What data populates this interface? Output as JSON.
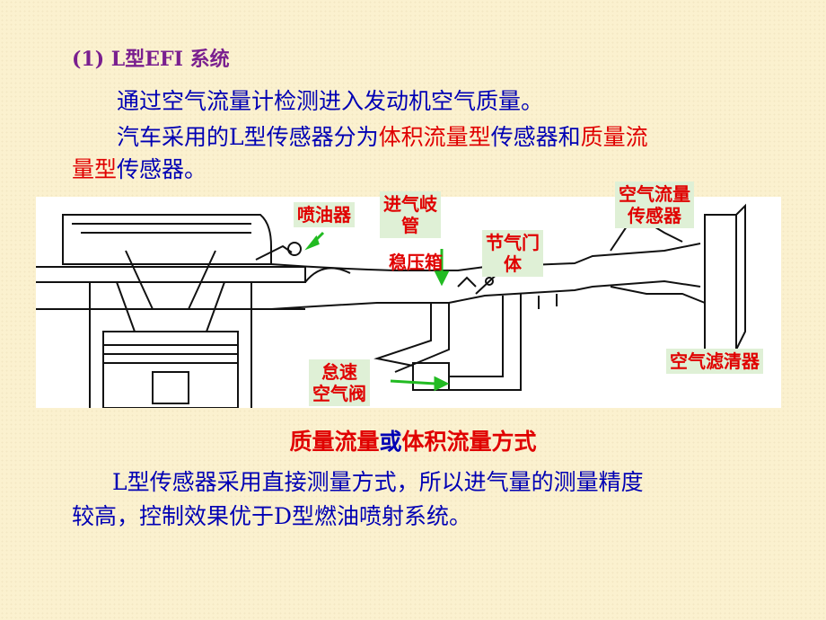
{
  "title": "(1)  L型EFI 系统",
  "para1": {
    "line1": "通过空气流量计检测进入发动机空气质量。",
    "line2_a": "汽车采用的L型传感器分为",
    "line2_b": "体积流量型",
    "line2_c": "传感器和",
    "line2_d": "质量流",
    "line3_a": "量型",
    "line3_b": "传感器。"
  },
  "diagram": {
    "labels": {
      "injector": "喷油器",
      "intake_manifold": "进气岐\n管",
      "surge_tank": "稳压箱",
      "throttle_body": "节气门\n体",
      "air_flow_sensor": "空气流量\n传感器",
      "air_filter": "空气滤清器",
      "idle_valve": "怠速\n空气阀"
    },
    "colors": {
      "label_bg": "#dff0d6",
      "label_text": "#e00000",
      "arrow": "#22bb22"
    }
  },
  "caption": {
    "a": "质量流量",
    "b": "或",
    "c": "体积流量方式"
  },
  "para2": {
    "line1": "L型传感器采用直接测量方式，所以进气量的测量精度",
    "line2": "较高，控制效果优于D型燃油喷射系统。"
  }
}
